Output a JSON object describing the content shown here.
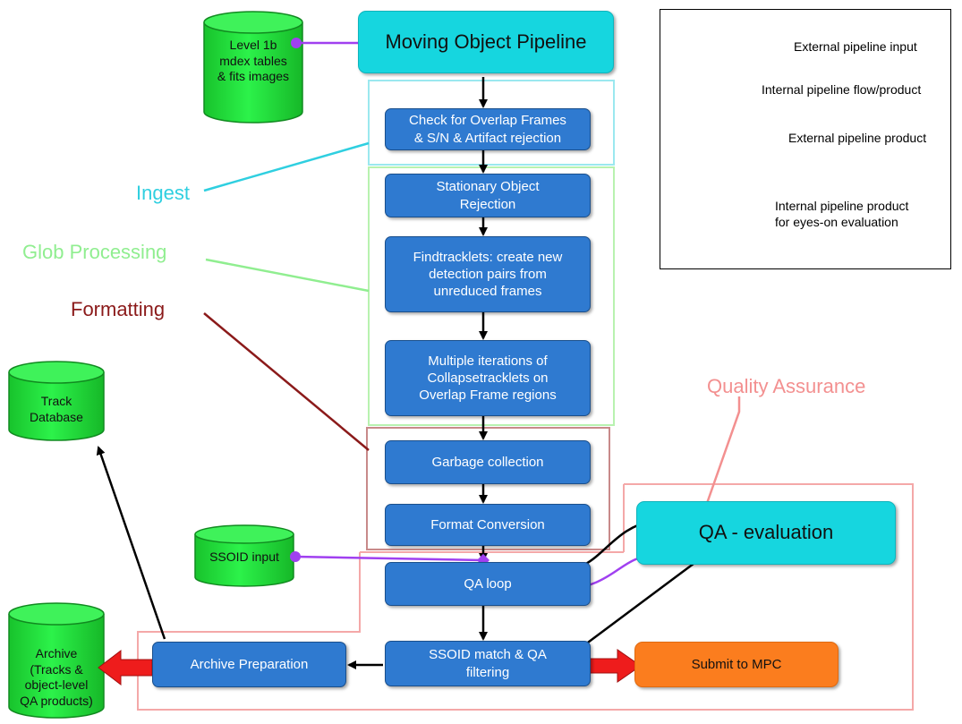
{
  "pipeline": {
    "title": "Moving Object Pipeline",
    "steps": {
      "check_overlap": "Check for Overlap Frames\n& S/N & Artifact rejection",
      "stationary": "Stationary Object\nRejection",
      "findtracklets": "Findtracklets: create new\ndetection pairs from\nunreduced frames",
      "collapse": "Multiple iterations of\nCollapsetracklets on\nOverlap Frame regions",
      "garbage": "Garbage collection",
      "format": "Format Conversion",
      "qa_loop": "QA loop",
      "ssoid_match": "SSOID match & QA\nfiltering",
      "archive_prep": "Archive Preparation",
      "submit": "Submit to MPC",
      "qa_eval": "QA  - evaluation"
    }
  },
  "stores": {
    "level1b": "Level 1b\nmdex tables\n& fits images",
    "ssoid_input": "SSOID input",
    "track_db": "Track\nDatabase",
    "archive": "Archive\n(Tracks &\nobject-level\nQA products)"
  },
  "stages": {
    "ingest": "Ingest",
    "glob": "Glob Processing",
    "formatting": "Formatting",
    "qa": "Quality Assurance"
  },
  "legend": {
    "external_input": "External pipeline input",
    "internal_flow": "Internal pipeline flow/product",
    "external_product": "External pipeline product",
    "eyes_on": "Internal pipeline product\nfor eyes-on evaluation"
  },
  "colors": {
    "process_box": "#2f7ad0",
    "teal_box": "#16d6df",
    "orange_box": "#fb7d1e",
    "data_store": "#22e33a",
    "ingest": "#2fcfe0",
    "glob": "#90ee90",
    "formatting": "#8b1a1a",
    "qa": "#f39090",
    "external_input": "#a040f0",
    "external_product": "#ee1c1c"
  }
}
